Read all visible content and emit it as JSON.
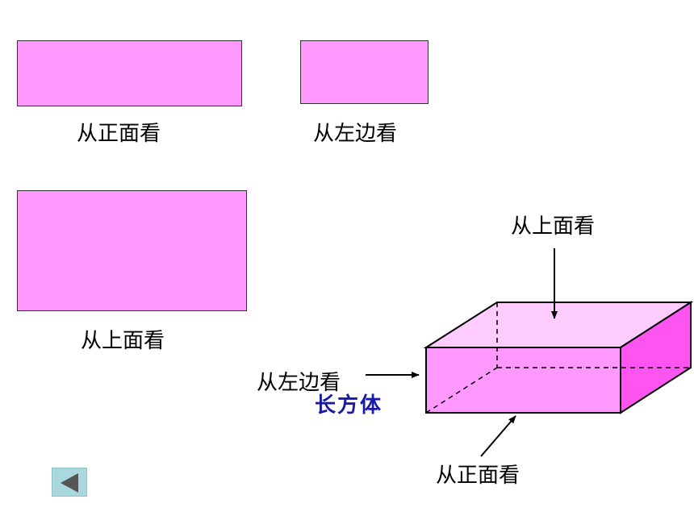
{
  "colors": {
    "face_fill": "#ff99ff",
    "box_top": "#ffccff",
    "box_front": "#ff99ff",
    "box_side": "#ff55f0",
    "label_blue": "#1a1aa8",
    "back_button": "#a9d8de"
  },
  "views": {
    "front": {
      "caption": "从正面看"
    },
    "left": {
      "caption": "从左边看"
    },
    "top": {
      "caption": "从上面看"
    }
  },
  "box": {
    "name": "长方体",
    "top_label": "从上面看",
    "left_label": "从左边看",
    "front_label": "从正面看"
  },
  "nav": {
    "back_icon": "triangle-left-icon"
  }
}
